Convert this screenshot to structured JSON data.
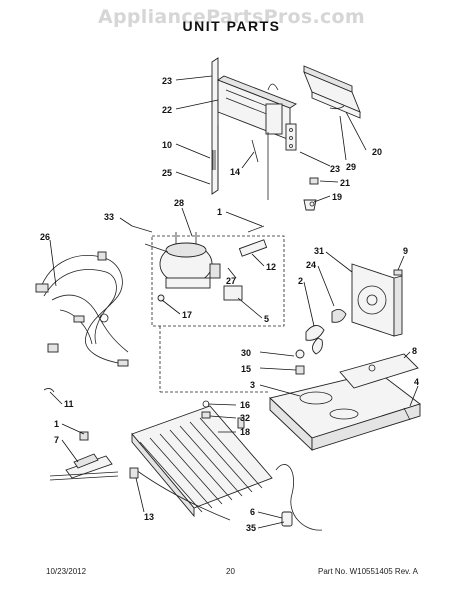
{
  "watermark": "AppliancePartsPros.com",
  "title": "UNIT PARTS",
  "footer": {
    "date": "10/23/2012",
    "page": "20",
    "part_no": "Part No. W10551405  Rev. A"
  },
  "labels": [
    "23",
    "22",
    "10",
    "14",
    "25",
    "20",
    "29",
    "23",
    "21",
    "19",
    "33",
    "28",
    "1",
    "26",
    "27",
    "12",
    "17",
    "5",
    "31",
    "9",
    "24",
    "2",
    "30",
    "15",
    "3",
    "8",
    "4",
    "11",
    "1",
    "7",
    "16",
    "32",
    "18",
    "13",
    "6",
    "35"
  ]
}
